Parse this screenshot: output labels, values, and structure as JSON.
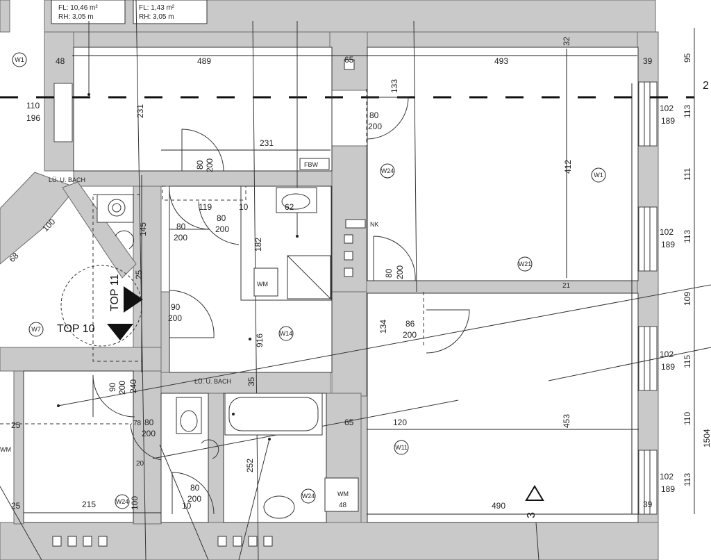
{
  "header_boxes": [
    {
      "fl": "FL: 10,46 m²",
      "rh": "RH: 3,05 m"
    },
    {
      "fl": "FL: 1,43 m²",
      "rh": "RH: 3,05 m"
    }
  ],
  "wall_tags": {
    "w1": "W1",
    "w7": "W7",
    "w11": "W11",
    "w14": "W14",
    "w21": "W21",
    "w24a": "W24",
    "w24b": "W24",
    "w24c": "W24"
  },
  "units": {
    "top10": "TOP 10",
    "top11": "TOP 11"
  },
  "labels": {
    "lu_bach_1": "LÜ. U. BACH",
    "lu_bach_2": "LÜ. U. BACH",
    "nk": "NK",
    "wm_1": "WM",
    "wm_2": "WM",
    "wm_3": "WM",
    "wm_48": "48",
    "fbw": "FBW",
    "section": "3",
    "edge": "2"
  },
  "dims": {
    "d48": "48",
    "d489": "489",
    "d65a": "65",
    "d493": "493",
    "d39": "39",
    "d95": "95",
    "d113a": "113",
    "d111": "111",
    "d113b": "113",
    "d109": "109",
    "d115": "115",
    "d110": "110",
    "d113c": "113",
    "d1504": "1504",
    "d110_196a": "110",
    "d110_196b": "196",
    "d231v": "231",
    "d231h": "231",
    "d133": "133",
    "d32": "32",
    "d412": "412",
    "d80_200a": "80",
    "d80_200b": "200",
    "d102_189a": "102",
    "d102_189b": "189",
    "d102_189c": "102",
    "d102_189d": "189",
    "d102_189e": "102",
    "d102_189f": "189",
    "d102_189g": "102",
    "d102_189h": "189",
    "d80v": "80",
    "d200v": "200",
    "d119": "119",
    "d10": "10",
    "d62": "62",
    "d80_200c": "80",
    "d80_200d": "200",
    "d80_200e": "80",
    "d80_200f": "200",
    "d145": "145",
    "d182": "182",
    "d25a": "25",
    "d100": "100",
    "d68": "68",
    "d80r": "80",
    "d200r": "200",
    "d21": "21",
    "d90a": "90",
    "d200a": "200",
    "d134": "134",
    "d86": "86",
    "d200c": "200",
    "d916": "916",
    "d35": "35",
    "d90b": "90",
    "d200b": "200",
    "d240": "240",
    "d25b": "25",
    "d453": "453",
    "d78": "78",
    "d80k": "80",
    "d200k": "200",
    "d65b": "65",
    "d120": "120",
    "d252": "252",
    "d20": "20",
    "d80m": "80",
    "d200m": "200",
    "d215": "215",
    "d100b": "100",
    "d25c": "25",
    "d10b": "10",
    "d490": "490",
    "d39b": "39"
  }
}
